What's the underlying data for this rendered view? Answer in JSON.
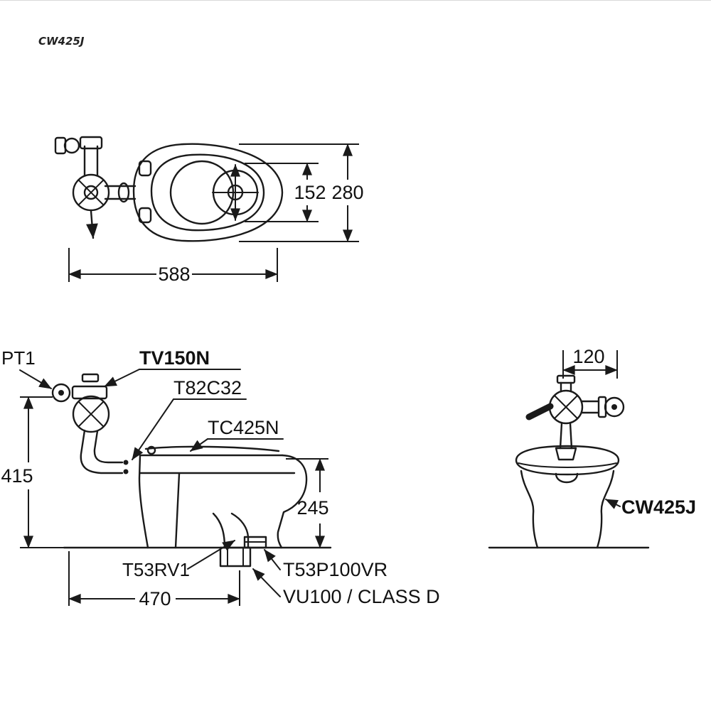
{
  "meta": {
    "background": "#ffffff",
    "line_color": "#1a1a1a"
  },
  "header": {
    "model_code": "CW425J"
  },
  "top_view": {
    "dim_152": "152",
    "dim_280": "280",
    "dim_588": "588"
  },
  "side_view": {
    "label_pt1": "PT1",
    "label_tv150n": "TV150N",
    "label_t82c32": "T82C32",
    "label_tc425n": "TC425N",
    "label_t53rv1": "T53RV1",
    "label_t53p100vr": "T53P100VR",
    "label_vu100": "VU100 / CLASS D",
    "dim_415": "415",
    "dim_245": "245",
    "dim_470": "470"
  },
  "front_view": {
    "dim_120": "120",
    "label_cw425j": "CW425J"
  }
}
